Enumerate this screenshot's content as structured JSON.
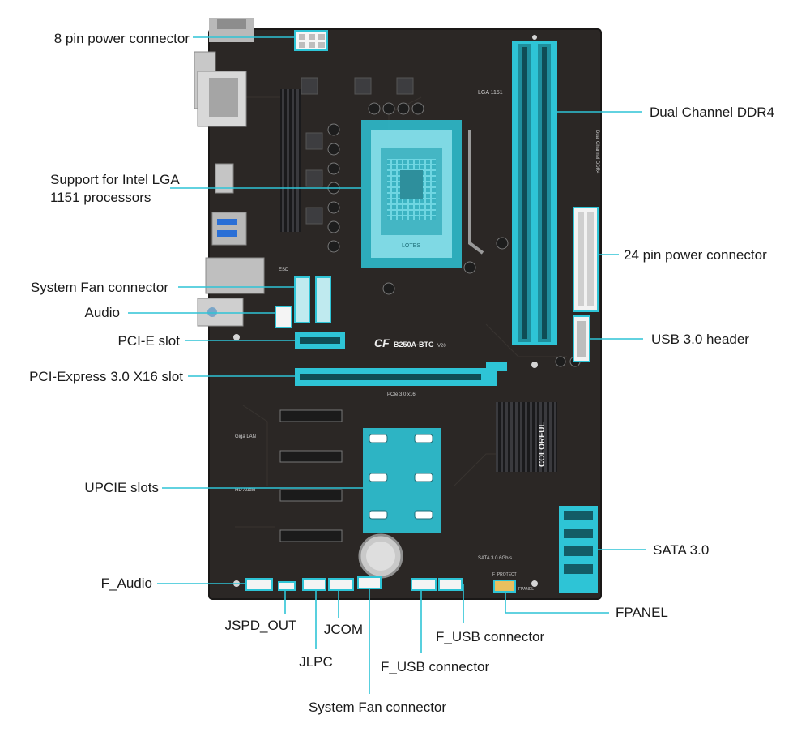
{
  "labels": {
    "pin8": "8 pin power connector",
    "ddr4": "Dual Channel DDR4",
    "lga_1": "Support for Intel LGA",
    "lga_2": "1151 processors",
    "pin24": "24 pin power connector",
    "sysfan_left": "System Fan connector",
    "audio": "Audio",
    "usb3": "USB 3.0 header",
    "pcie": "PCI-E slot",
    "pcie16": "PCI-Express 3.0 X16 slot",
    "upcie": "UPCIE slots",
    "sata": "SATA 3.0",
    "faudio": "F_Audio",
    "fpanel": "FPANEL",
    "jspd": "JSPD_OUT",
    "jcom": "JCOM",
    "fusb_a": "F_USB connector",
    "jlpc": "JLPC",
    "fusb_b": "F_USB connector",
    "sysfan_bottom": "System Fan connector"
  },
  "board": {
    "model": "B250A-BTC",
    "model_suffix": "V20",
    "brand_prefix": "CF",
    "heatsink_brand": "COLORFUL",
    "cpu_socket_text": "LGA 1151",
    "pcie16_text": "PCIe 3.0 x16",
    "sata_text": "SATA 3.0 6Gb/s",
    "giga_lan": "Giga LAN",
    "hd_audio": "HD Audio",
    "esd": "ESD",
    "ddr_text": "Dual Channel DDR4",
    "cpu_mark": "LOTES",
    "fpanel_silk": "FPANEL",
    "fpanel_protect": "F_PROTECT"
  },
  "colors": {
    "accent": "#2ec4d6",
    "board": "#2a2624",
    "silkscreen": "#cfcfcf"
  }
}
